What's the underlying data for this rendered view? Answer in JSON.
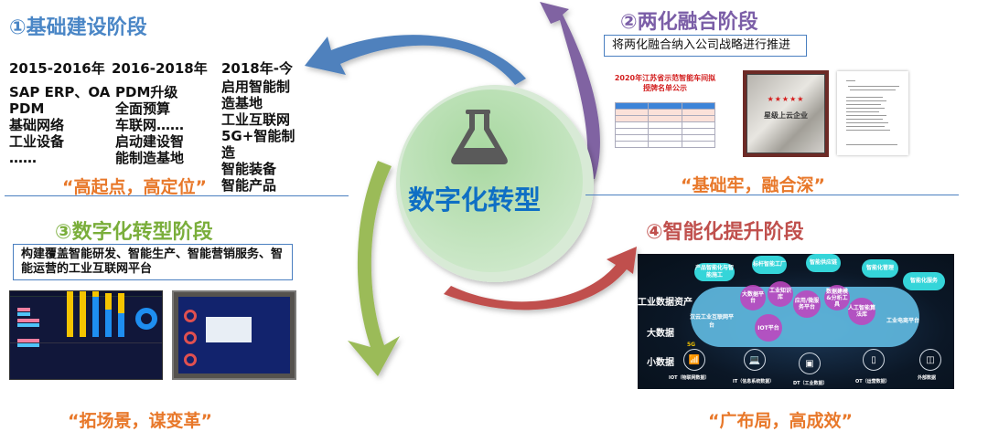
{
  "center": {
    "title": "数字化转型",
    "icon": "flask-icon"
  },
  "stages": [
    {
      "title": "①基础建设阶段",
      "color": "#4a86c6",
      "quote": "“高起点，高定位”",
      "columns": [
        {
          "period": "2015-2016年",
          "items": [
            "SAP ERP、OA",
            "PDM",
            "基础网络",
            "工业设备",
            "……"
          ]
        },
        {
          "period": "2016-2018年",
          "items": [
            "PDM升级",
            "全面预算",
            "车联网……",
            "启动建设智",
            "能制造基地"
          ]
        },
        {
          "period": "2018年-今",
          "items": [
            "启用智能制",
            "造基地",
            "工业互联网",
            "5G+智能制",
            "造",
            "智能装备",
            "智能产品"
          ]
        }
      ]
    },
    {
      "title": "②两化融合阶段",
      "color": "#7b5ea7",
      "note": "将两化融合纳入公司战略进行推进",
      "quote": "“基础牢，融合深”",
      "doc_title": "2020年江苏省示范智能车间拟授牌名单公示",
      "plaque_text": "星级上云企业"
    },
    {
      "title": "③数字化转型阶段",
      "color": "#7aae3b",
      "note": "构建覆盖智能研发、智能生产、智能营销服务、智能运营的工业互联网平台",
      "quote": "“拓场景，谋变革”"
    },
    {
      "title": "④智能化提升阶段",
      "color": "#c0504d",
      "quote": "“广布局，高成效”",
      "diagram": {
        "levels": [
          "工业数据资产",
          "大数据",
          "小数据"
        ],
        "top_clouds": [
          "产品智能化与智能施工",
          "标杆智能工厂",
          "智能供应链",
          "智能化管理",
          "智能化服务"
        ],
        "platforms": [
          "汉云工业互联网平台",
          "工业电商平台"
        ],
        "bubbles": [
          "大数据平台",
          "工业知识库",
          "IOT平台",
          "应用/微服务平台",
          "数据建模&分析工具",
          "人工智能算法库"
        ],
        "sources": [
          "IOT（物联网数据）",
          "IT（信息系统数据）",
          "DT（工业数据）",
          "OT（运营数据）",
          "外部数据"
        ],
        "badge": "5G"
      }
    }
  ],
  "colors": {
    "arrow_blue": "#4f81bd",
    "arrow_purple": "#8064a2",
    "arrow_green": "#9bbb59",
    "arrow_red": "#c0504d",
    "quote_orange": "#e8782a",
    "center_text": "#0f6fc4"
  }
}
